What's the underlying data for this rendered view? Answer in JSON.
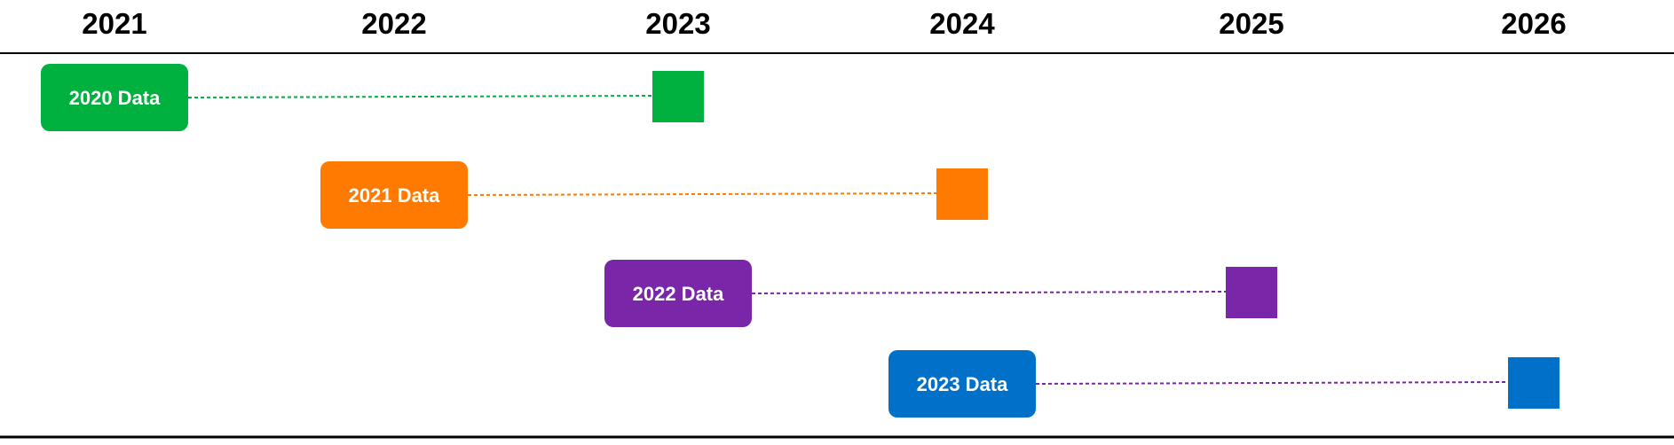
{
  "timeline": {
    "years": [
      "2021",
      "2022",
      "2023",
      "2024",
      "2025",
      "2026"
    ],
    "rows": [
      {
        "label": "2020 Data",
        "start": "2021",
        "end": "2023",
        "color": "#00B140",
        "line_color": "#00B140"
      },
      {
        "label": "2021 Data",
        "start": "2022",
        "end": "2024",
        "color": "#FF7A00",
        "line_color": "#FF7A00"
      },
      {
        "label": "2022 Data",
        "start": "2023",
        "end": "2025",
        "color": "#7A26A8",
        "line_color": "#7A26A8"
      },
      {
        "label": "2023 Data",
        "start": "2024",
        "end": "2026",
        "color": "#0070C8",
        "line_color": "#7A26A8"
      }
    ]
  }
}
